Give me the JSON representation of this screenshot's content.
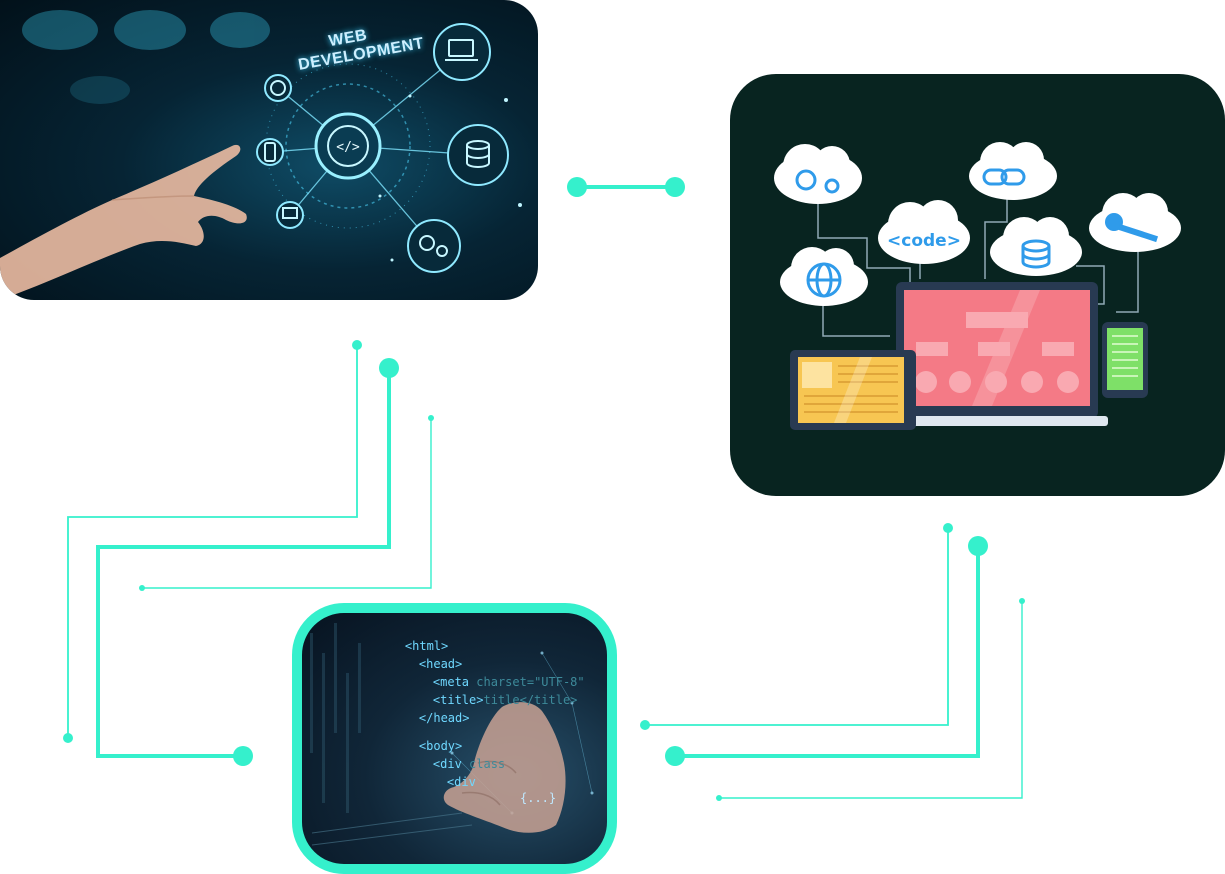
{
  "hero": {
    "title_line1": "WEB",
    "title_line2": "DEVELOPMENT"
  },
  "cloud_illustration": {
    "code_label": "<code>"
  },
  "code_snippet": {
    "lines": [
      {
        "text": "<html>",
        "dim": ""
      },
      {
        "text": "<head>",
        "dim": ""
      },
      {
        "text": "<meta ",
        "dim": "charset=\"UTF-8\""
      },
      {
        "text": "<title>",
        "dim": "title</title>"
      },
      {
        "text": "</head>",
        "dim": ""
      },
      {
        "text": "<body>",
        "dim": ""
      },
      {
        "text": "<div ",
        "dim": "class"
      },
      {
        "text": "<div",
        "dim": ""
      }
    ],
    "ellipsis_tag": "{...}"
  },
  "colors": {
    "accent": "#35f0cc",
    "cloud_bg": "#082420",
    "laptop_screen": "#f47a86",
    "tablet_screen": "#f7c652",
    "phone_screen": "#7ee068",
    "cloud_icon": "#2f9bea"
  }
}
